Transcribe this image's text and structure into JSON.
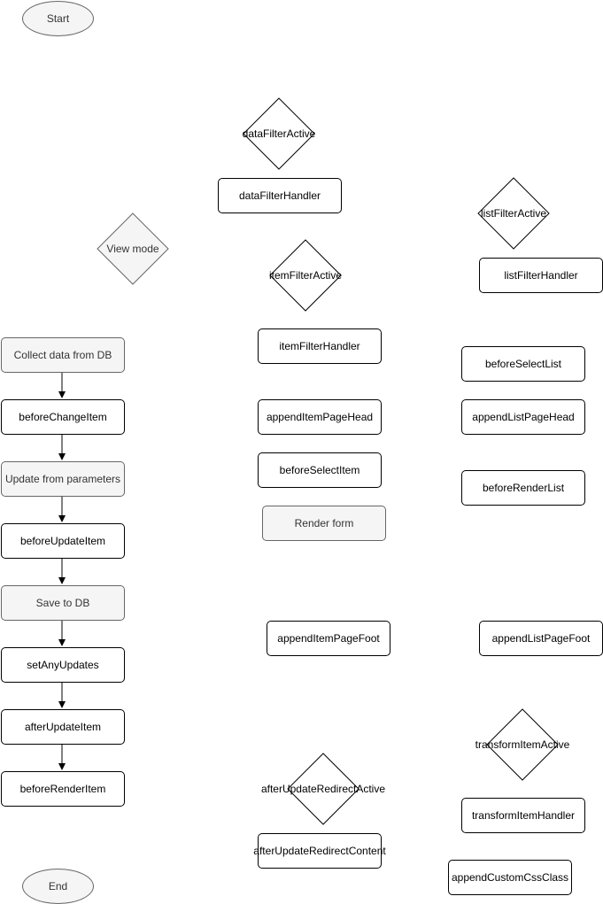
{
  "start_label": "Start",
  "end_label": "End",
  "view_mode_label": "View mode",
  "left_column": {
    "collect_data": "Collect data from DB",
    "before_change_item": "beforeChangeItem",
    "update_from_params": "Update from parameters",
    "before_update_item": "beforeUpdateItem",
    "save_to_db": "Save to DB",
    "set_any_updates": "setAnyUpdates",
    "after_update_item": "afterUpdateItem",
    "before_render_item": "beforeRenderItem"
  },
  "middle_column": {
    "data_filter_active": "dataFilterActive",
    "data_filter_handler": "dataFilterHandler",
    "item_filter_active": "itemFilterActive",
    "item_filter_handler": "itemFilterHandler",
    "append_item_page_head": "appendItemPageHead",
    "before_select_item": "beforeSelectItem",
    "render_form": "Render form",
    "append_item_page_foot": "appendItemPageFoot",
    "after_update_redirect_active": "afterUpdateRedirectActive",
    "after_update_redirect_content": "afterUpdateRedirectContent"
  },
  "right_column": {
    "list_filter_active": "listFilterActive",
    "list_filter_handler": "listFilterHandler",
    "before_select_list": "beforeSelectList",
    "append_list_page_head": "appendListPageHead",
    "before_render_list": "beforeRenderList",
    "append_list_page_foot": "appendListPageFoot",
    "transform_item_active": "transformItemActive",
    "transform_item_handler": "transformItemHandler",
    "append_custom_css_class": "appendCustomCssClass"
  },
  "colors": {
    "stroke": "#000000",
    "gray_fill": "#f5f5f5",
    "gray_stroke": "#666666",
    "gray_text": "#333333"
  }
}
